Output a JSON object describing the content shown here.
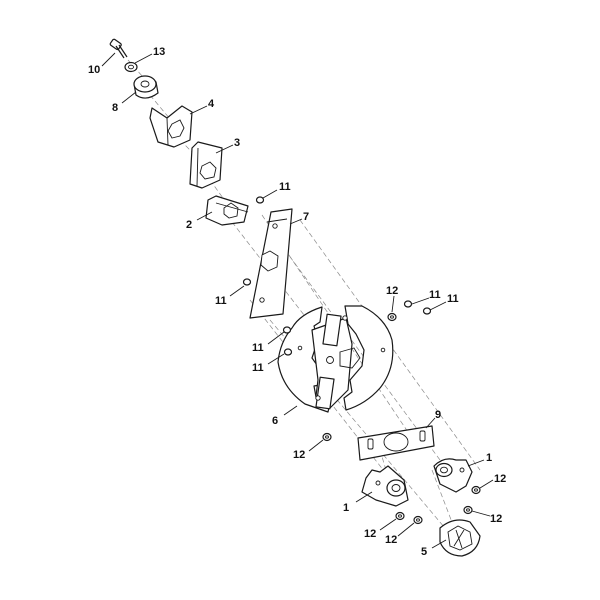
{
  "callouts": {
    "c1a": "1",
    "c1b": "1",
    "c2": "2",
    "c3": "3",
    "c4": "4",
    "c5": "5",
    "c6": "6",
    "c7": "7",
    "c8": "8",
    "c9": "9",
    "c10": "10",
    "c11a": "11",
    "c11b": "11",
    "c11c": "11",
    "c11d": "11",
    "c11e": "11",
    "c11f": "11",
    "c12a": "12",
    "c12b": "12",
    "c12c": "12",
    "c12d": "12",
    "c12e": "12",
    "c12f": "12",
    "c13": "13"
  }
}
